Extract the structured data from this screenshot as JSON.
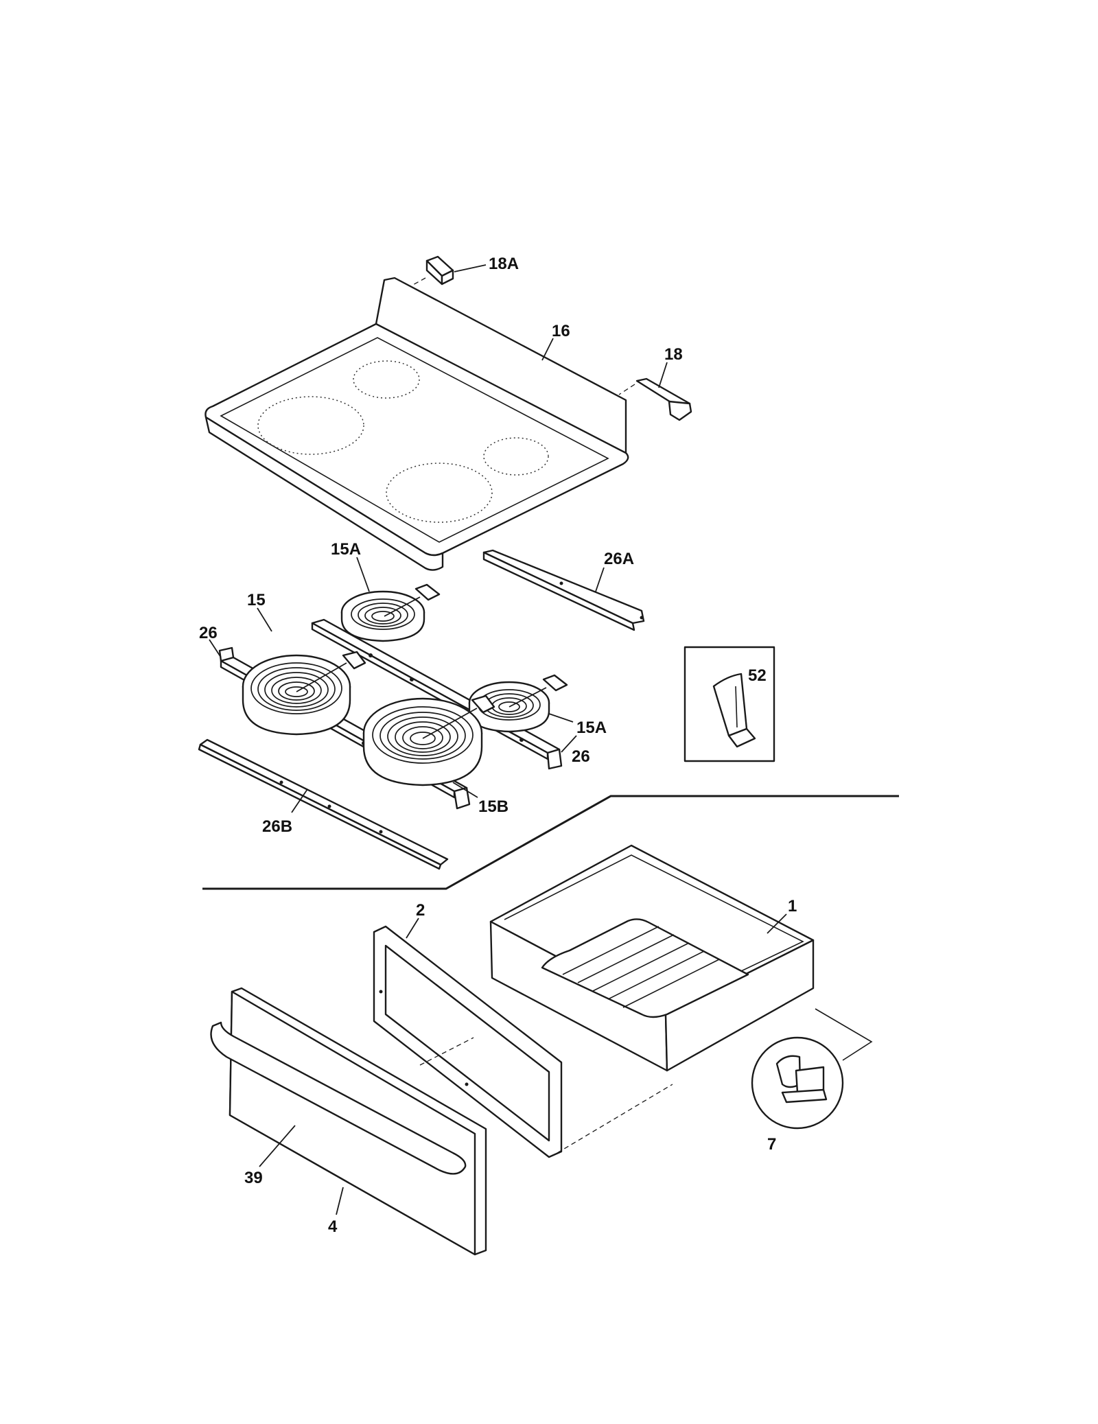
{
  "labels": {
    "p18A": "18A",
    "p16": "16",
    "p18": "18",
    "p15A_top": "15A",
    "p26A": "26A",
    "p15": "15",
    "p26_left": "26",
    "p52": "52",
    "p15A_right": "15A",
    "p26_right": "26",
    "p15B": "15B",
    "p26B": "26B",
    "p1": "1",
    "p2": "2",
    "p7": "7",
    "p39": "39",
    "p4": "4"
  }
}
